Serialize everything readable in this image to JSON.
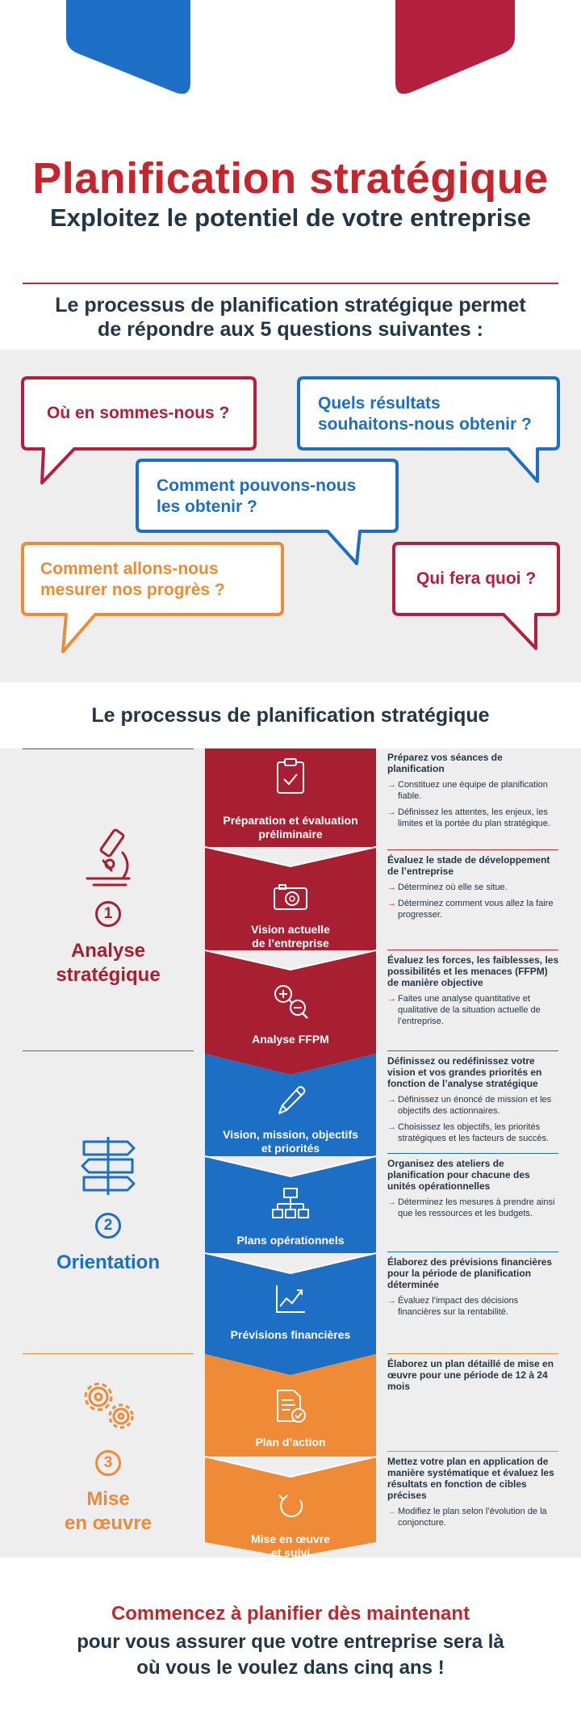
{
  "header": {
    "title": "Planification stratégique",
    "subtitle": "Exploitez le potentiel de votre entreprise"
  },
  "intro": {
    "line1": "Le processus de planification stratégique permet",
    "line2": "de répondre aux 5 questions suivantes :"
  },
  "questions": [
    {
      "line1": "Où en sommes-nous ?",
      "line2": "",
      "color": "#b31f3d"
    },
    {
      "line1": "Quels résultats",
      "line2": "souhaitons-nous obtenir ?",
      "color": "#1c6fc4"
    },
    {
      "line1": "Comment pouvons-nous",
      "line2": "les obtenir ?",
      "color": "#1c6fc4"
    },
    {
      "line1": "Comment allons-nous",
      "line2": "mesurer nos progrès ?",
      "color": "#ef8a37"
    },
    {
      "line1": "Qui fera quoi ?",
      "line2": "",
      "color": "#b31f3d"
    }
  ],
  "process": {
    "title": "Le processus de planification stratégique",
    "phases": [
      {
        "number": "1",
        "name_line1": "Analyse",
        "name_line2": "stratégique",
        "icon": "microscope-icon",
        "color": "#a71f30"
      },
      {
        "number": "2",
        "name_line1": "Orientation",
        "name_line2": "",
        "icon": "signpost-icon",
        "color": "#1c6fc4"
      },
      {
        "number": "3",
        "name_line1": "Mise",
        "name_line2": "en œuvre",
        "icon": "gears-icon",
        "color": "#ef8a37"
      }
    ],
    "steps": [
      {
        "label_line1": "Préparation et évaluation",
        "label_line2": "préliminaire",
        "icon": "clipboard-icon",
        "heading": "Préparez vos séances de planification",
        "bullets": [
          "Constituez une équipe de planification fiable.",
          "Définissez les attentes, les enjeux, les limites et la portée du plan stratégique."
        ]
      },
      {
        "label_line1": "Vision actuelle",
        "label_line2": "de l’entreprise",
        "icon": "camera-icon",
        "heading": "Évaluez le stade de développement de l’entreprise",
        "bullets": [
          "Déterminez où elle se situe.",
          "Déterminez comment vous allez la faire progresser."
        ]
      },
      {
        "label_line1": "Analyse FFPM",
        "label_line2": "",
        "icon": "zoom-icon",
        "heading": "Évaluez les forces, les faiblesses, les possibilités et les menaces (FFPM) de manière objective",
        "bullets": [
          "Faites une analyse quantitative et qualitative de la situation actuelle de l’entreprise."
        ]
      },
      {
        "label_line1": "Vision, mission, objectifs",
        "label_line2": "et priorités",
        "icon": "pencil-icon",
        "heading": "Définissez ou redéfinissez votre vision et vos grandes priorités en fonction de l’analyse stratégique",
        "bullets": [
          "Définissez un énoncé de mission et les objectifs des actionnaires.",
          "Choisissez les objectifs, les priorités stratégiques et les facteurs de succès."
        ]
      },
      {
        "label_line1": "Plans opérationnels",
        "label_line2": "",
        "icon": "org-chart-icon",
        "heading": "Organisez des ateliers de planification pour chacune des unités opérationnelles",
        "bullets": [
          "Déterminez les mesures à prendre ainsi que les ressources et les budgets."
        ]
      },
      {
        "label_line1": "Prévisions financières",
        "label_line2": "",
        "icon": "line-chart-icon",
        "heading": "Élaborez des prévisions financières pour la période de planification déterminée",
        "bullets": [
          "Évaluez l’impact des décisions financières sur la rentabilité."
        ]
      },
      {
        "label_line1": "Plan d’action",
        "label_line2": "",
        "icon": "document-check-icon",
        "heading": "Élaborez un plan détaillé de mise en œuvre pour une période de 12 à 24 mois",
        "bullets": []
      },
      {
        "label_line1": "Mise en œuvre",
        "label_line2": "et suivi",
        "icon": "refresh-icon",
        "heading": "Mettez votre plan en application de manière systématique et évaluez les résultats en fonction de cibles précises",
        "bullets": [
          "Modifiez le plan selon l’évolution de la conjoncture."
        ]
      }
    ]
  },
  "closing": {
    "line1": "Commencez à planifier dès maintenant",
    "line2": "pour vous assurer que votre entreprise sera là",
    "line3": "où vous le voulez dans cinq ans !"
  },
  "colors": {
    "red": "#c5252d",
    "dark_red": "#a71f30",
    "blue": "#1c6fc4",
    "orange": "#ef8a37",
    "navy": "#233645",
    "panel_grey": "#eeeeee"
  }
}
